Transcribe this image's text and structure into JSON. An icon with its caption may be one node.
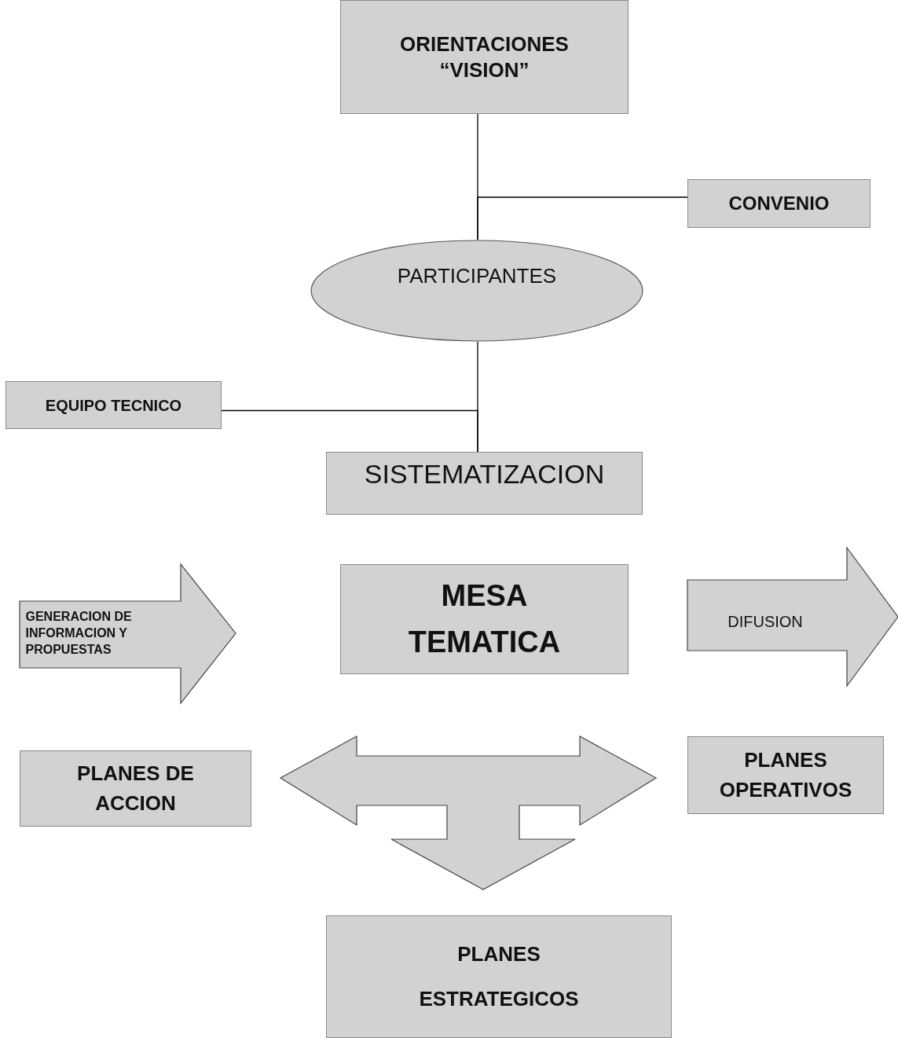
{
  "diagram": {
    "nodes": [
      {
        "text": [
          "ORIENTACIONES “VISION”"
        ]
      },
      {
        "text": [
          "CONVENIO"
        ]
      },
      {
        "text": [
          "PARTICIPANTES"
        ]
      },
      {
        "text": [
          "EQUIPO TECNICO"
        ]
      },
      {
        "text": [
          "SISTEMATIZACION"
        ]
      },
      {
        "text": [
          "GENERACION DE INFORMACION Y PROPUESTAS"
        ]
      },
      {
        "text": [
          "MESA TEMATICA"
        ]
      },
      {
        "text": [
          "DIFUSION"
        ]
      },
      {
        "text": [
          "PLANES DE ACCION"
        ]
      },
      {
        "text": [
          "PLANES OPERATIVOS"
        ]
      },
      {
        "text": [
          "PLANES ESTRATEGICOS"
        ]
      }
    ],
    "edges": [
      {
        "from": 0,
        "to": 2,
        "arrow": "none"
      },
      {
        "from": 1,
        "to": 2,
        "arrow": "none"
      },
      {
        "from": 2,
        "to": 4,
        "arrow": "none"
      },
      {
        "from": 3,
        "to": 4,
        "arrow": "none"
      },
      {
        "from": 8,
        "to": 9,
        "arrow": "both",
        "style": "thick"
      },
      {
        "from": 8,
        "to": 10,
        "arrow": "both",
        "style": "thick"
      },
      {
        "from": 9,
        "to": 10,
        "arrow": "both",
        "style": "thick"
      }
    ]
  }
}
